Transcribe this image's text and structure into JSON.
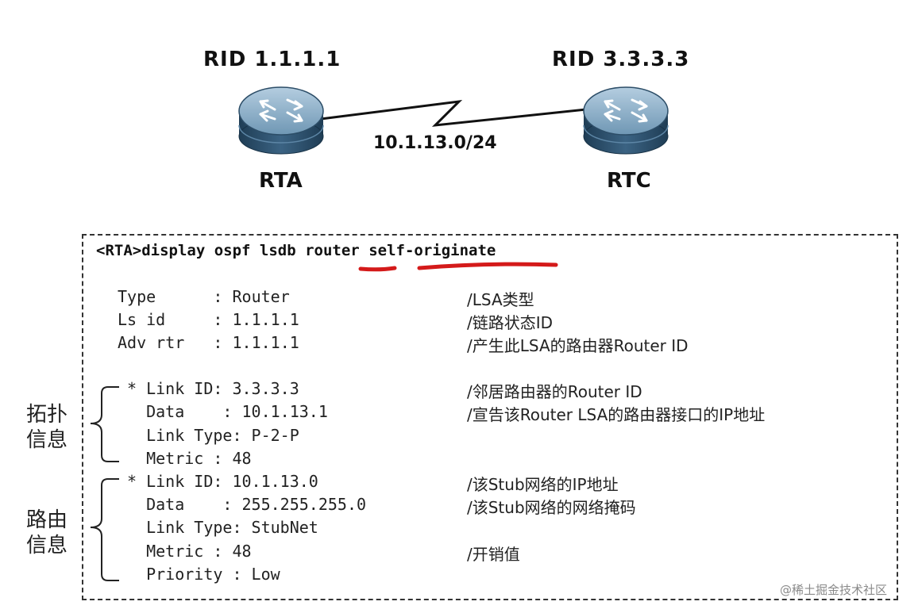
{
  "routers": {
    "rta": {
      "rid": "RID 1.1.1.1",
      "name": "RTA"
    },
    "rtc": {
      "rid": "RID 3.3.3.3",
      "name": "RTC"
    }
  },
  "link_network": "10.1.13.0/24",
  "command": {
    "prompt": "<RTA>display ospf lsdb ",
    "kw1": "router",
    "kw2": "self-originate"
  },
  "lsa_header": [
    {
      "line": "Type      : Router",
      "comment": "/LSA类型"
    },
    {
      "line": "Ls id     : 1.1.1.1",
      "comment": "/链路状态ID"
    },
    {
      "line": "Adv rtr   : 1.1.1.1",
      "comment": "/产生此LSA的路由器Router ID"
    }
  ],
  "topology_group": {
    "label_line1": "拓扑",
    "label_line2": "信息",
    "lines": [
      {
        "line": "* Link ID: 3.3.3.3",
        "comment": "/邻居路由器的Router ID"
      },
      {
        "line": "  Data    : 10.1.13.1",
        "comment": "/宣告该Router LSA的路由器接口的IP地址"
      },
      {
        "line": "  Link Type: P-2-P",
        "comment": ""
      },
      {
        "line": "  Metric : 48",
        "comment": ""
      }
    ]
  },
  "route_group": {
    "label_line1": "路由",
    "label_line2": "信息",
    "lines": [
      {
        "line": "* Link ID: 10.1.13.0",
        "comment": "/该Stub网络的IP地址"
      },
      {
        "line": "  Data    : 255.255.255.0",
        "comment": "/该Stub网络的网络掩码"
      },
      {
        "line": "  Link Type: StubNet",
        "comment": ""
      },
      {
        "line": "  Metric : 48",
        "comment": "/开销值"
      },
      {
        "line": "  Priority : Low",
        "comment": ""
      }
    ]
  },
  "watermark": "@稀土掘金技术社区",
  "colors": {
    "router_body": "#2c4d67",
    "router_top": "#8fb4cc",
    "underline": "#d41a1a"
  },
  "icons": {
    "router": "router-icon"
  }
}
